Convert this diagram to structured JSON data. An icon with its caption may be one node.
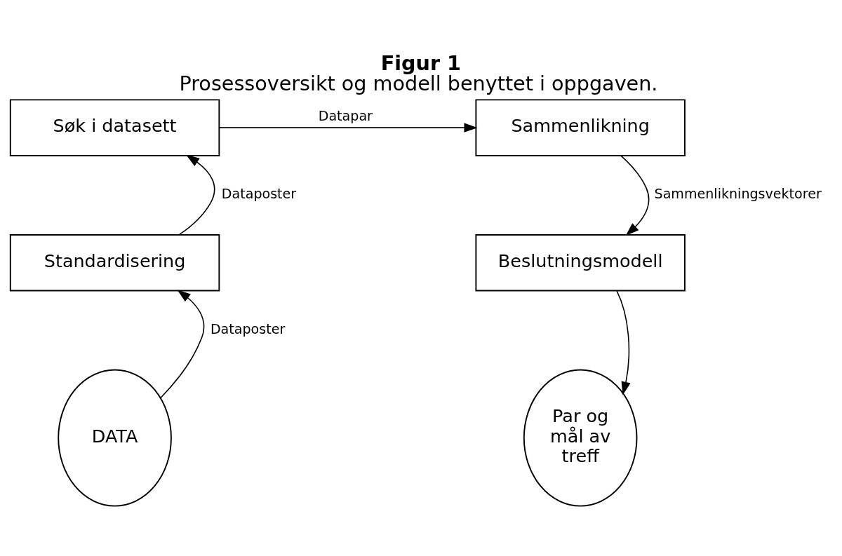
{
  "diagram": {
    "title": "Figur 1",
    "caption": "Prosessoversikt og modell benyttet i oppgaven.",
    "nodes": [
      {
        "text": [
          "Søk i datasett"
        ]
      },
      {
        "text": [
          "Sammenlikning"
        ]
      },
      {
        "text": [
          "Standardisering"
        ]
      },
      {
        "text": [
          "Beslutningsmodell"
        ]
      },
      {
        "text": [
          "DATA"
        ]
      },
      {
        "text": [
          "Par og mål av treff"
        ]
      }
    ],
    "edges": [
      {
        "from": 4,
        "to": 2,
        "label": "Dataposter",
        "arrow": "to"
      },
      {
        "from": 2,
        "to": 0,
        "label": "Dataposter",
        "arrow": "to"
      },
      {
        "from": 0,
        "to": 1,
        "label": "Datapar",
        "arrow": "to"
      },
      {
        "from": 1,
        "to": 3,
        "label": "Sammenlikningsvektorer",
        "arrow": "to"
      },
      {
        "from": 3,
        "to": 5,
        "arrow": "to"
      }
    ]
  }
}
